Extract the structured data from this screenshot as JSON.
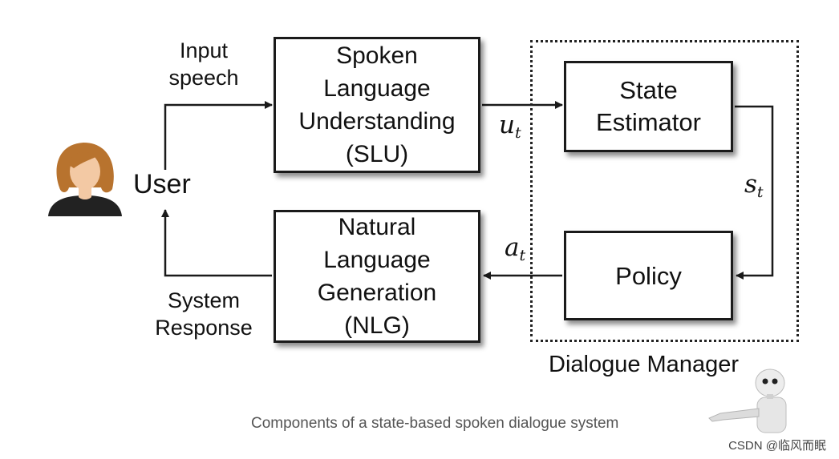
{
  "blocks": {
    "slu": "Spoken\nLanguage\nUnderstanding\n(SLU)",
    "nlg": "Natural\nLanguage\nGeneration\n(NLG)",
    "state_estimator": "State\nEstimator",
    "policy": "Policy"
  },
  "labels": {
    "input_speech": "Input\nspeech",
    "system_response": "System\nResponse",
    "user": "User",
    "dialogue_manager": "Dialogue Manager"
  },
  "signals": {
    "u": {
      "base": "u",
      "sub": "t"
    },
    "s": {
      "base": "s",
      "sub": "t"
    },
    "a": {
      "base": "a",
      "sub": "t"
    }
  },
  "caption": "Components of a state-based spoken dialogue system",
  "watermark": "CSDN @临风而眠",
  "icons": {
    "user": "user-avatar-icon",
    "robot": "robot-icon"
  },
  "colors": {
    "line": "#1a1a1a",
    "hair": "#b8732e",
    "skin": "#f3c9a4",
    "caption": "#555555"
  }
}
